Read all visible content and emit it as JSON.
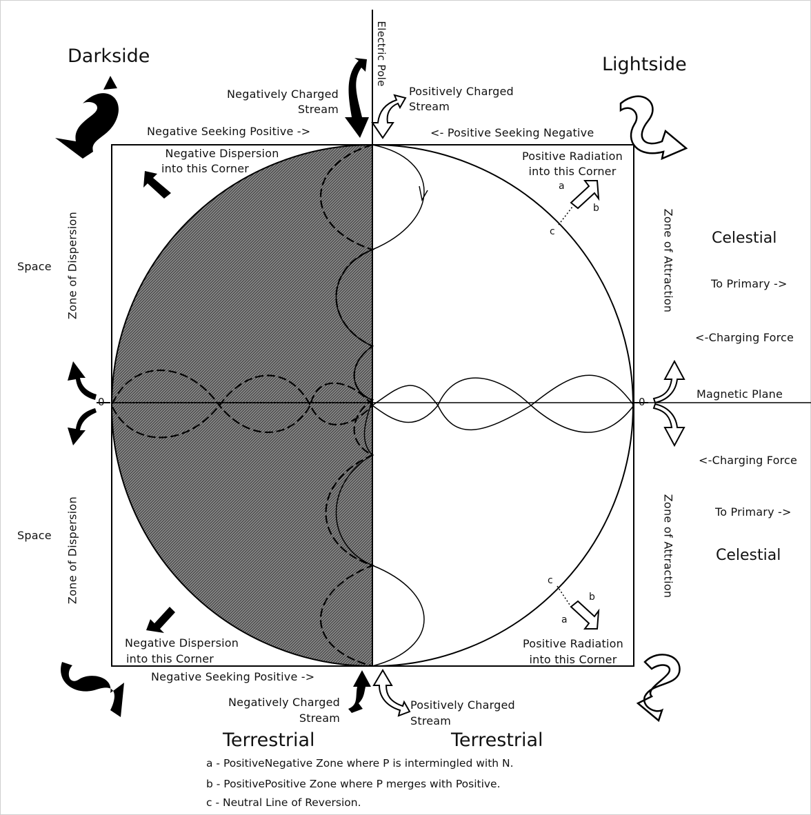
{
  "sides": {
    "dark": "Darkside",
    "light": "Lightside"
  },
  "axes": {
    "electric_pole": "Electric Pole",
    "magnetic_plane": "Magnetic Plane",
    "zero_left": "0",
    "zero_right": "0"
  },
  "top": {
    "neg_stream": [
      "Negatively Charged",
      "Stream"
    ],
    "pos_stream": [
      "Positively Charged",
      "Stream"
    ],
    "neg_seek": "Negative Seeking Positive ->",
    "pos_seek": "<- Positive Seeking Negative",
    "neg_disp": [
      "Negative Dispersion",
      "into this Corner"
    ],
    "pos_rad": [
      "Positive Radiation",
      "into this Corner"
    ]
  },
  "bottom": {
    "neg_stream": [
      "Negatively Charged",
      "Stream"
    ],
    "pos_stream": [
      "Positively Charged",
      "Stream"
    ],
    "neg_seek": "Negative Seeking Positive ->",
    "neg_disp": [
      "Negative Dispersion",
      "into this Corner"
    ],
    "pos_rad": [
      "Positive Radiation",
      "into this Corner"
    ],
    "terrestrial_left": "Terrestrial",
    "terrestrial_right": "Terrestrial"
  },
  "left": {
    "space_top": "Space",
    "space_bottom": "Space",
    "zone_top": "Zone of Dispersion",
    "zone_bottom": "Zone of Dispersion"
  },
  "right": {
    "celestial_top": "Celestial",
    "to_primary_top": "To Primary ->",
    "charging_top": "<-Charging Force",
    "charging_bottom": "<-Charging Force",
    "to_primary_bottom": "To Primary ->",
    "celestial_bottom": "Celestial",
    "zone_top": "Zone of Attraction",
    "zone_bottom": "Zone of Attraction"
  },
  "markers": {
    "a": "a",
    "b": "b",
    "c": "c"
  },
  "legend": [
    "a - PositiveNegative Zone where P is intermingled with N.",
    "b - PositivePositive Zone where P merges with Positive.",
    "c - Neutral Line of Reversion."
  ]
}
